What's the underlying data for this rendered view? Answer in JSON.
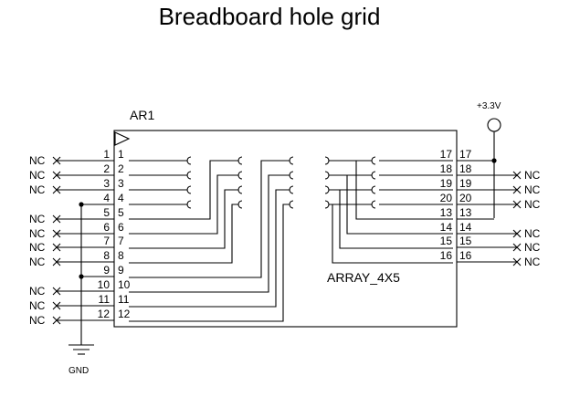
{
  "title": "Breadboard hole grid",
  "component": {
    "ref": "AR1",
    "value": "ARRAY_4X5"
  },
  "power": {
    "label": "+3.3V"
  },
  "ground": {
    "label": "GND"
  },
  "nc_label": "NC",
  "left_pins": [
    {
      "num": "1",
      "ext": "NC"
    },
    {
      "num": "2",
      "ext": "NC"
    },
    {
      "num": "3",
      "ext": "NC"
    },
    {
      "num": "4",
      "ext": "GND"
    },
    {
      "num": "5",
      "ext": "NC"
    },
    {
      "num": "6",
      "ext": "NC"
    },
    {
      "num": "7",
      "ext": "NC"
    },
    {
      "num": "8",
      "ext": "NC"
    },
    {
      "num": "9",
      "ext": "GND"
    },
    {
      "num": "10",
      "ext": "NC"
    },
    {
      "num": "11",
      "ext": "NC"
    },
    {
      "num": "12",
      "ext": "NC"
    }
  ],
  "right_pins": [
    {
      "num": "17",
      "ext": "+3.3V"
    },
    {
      "num": "18",
      "ext": "NC"
    },
    {
      "num": "19",
      "ext": "NC"
    },
    {
      "num": "20",
      "ext": "NC"
    },
    {
      "num": "13",
      "ext": "+3.3V"
    },
    {
      "num": "14",
      "ext": "NC"
    },
    {
      "num": "15",
      "ext": "NC"
    },
    {
      "num": "16",
      "ext": "NC"
    }
  ]
}
